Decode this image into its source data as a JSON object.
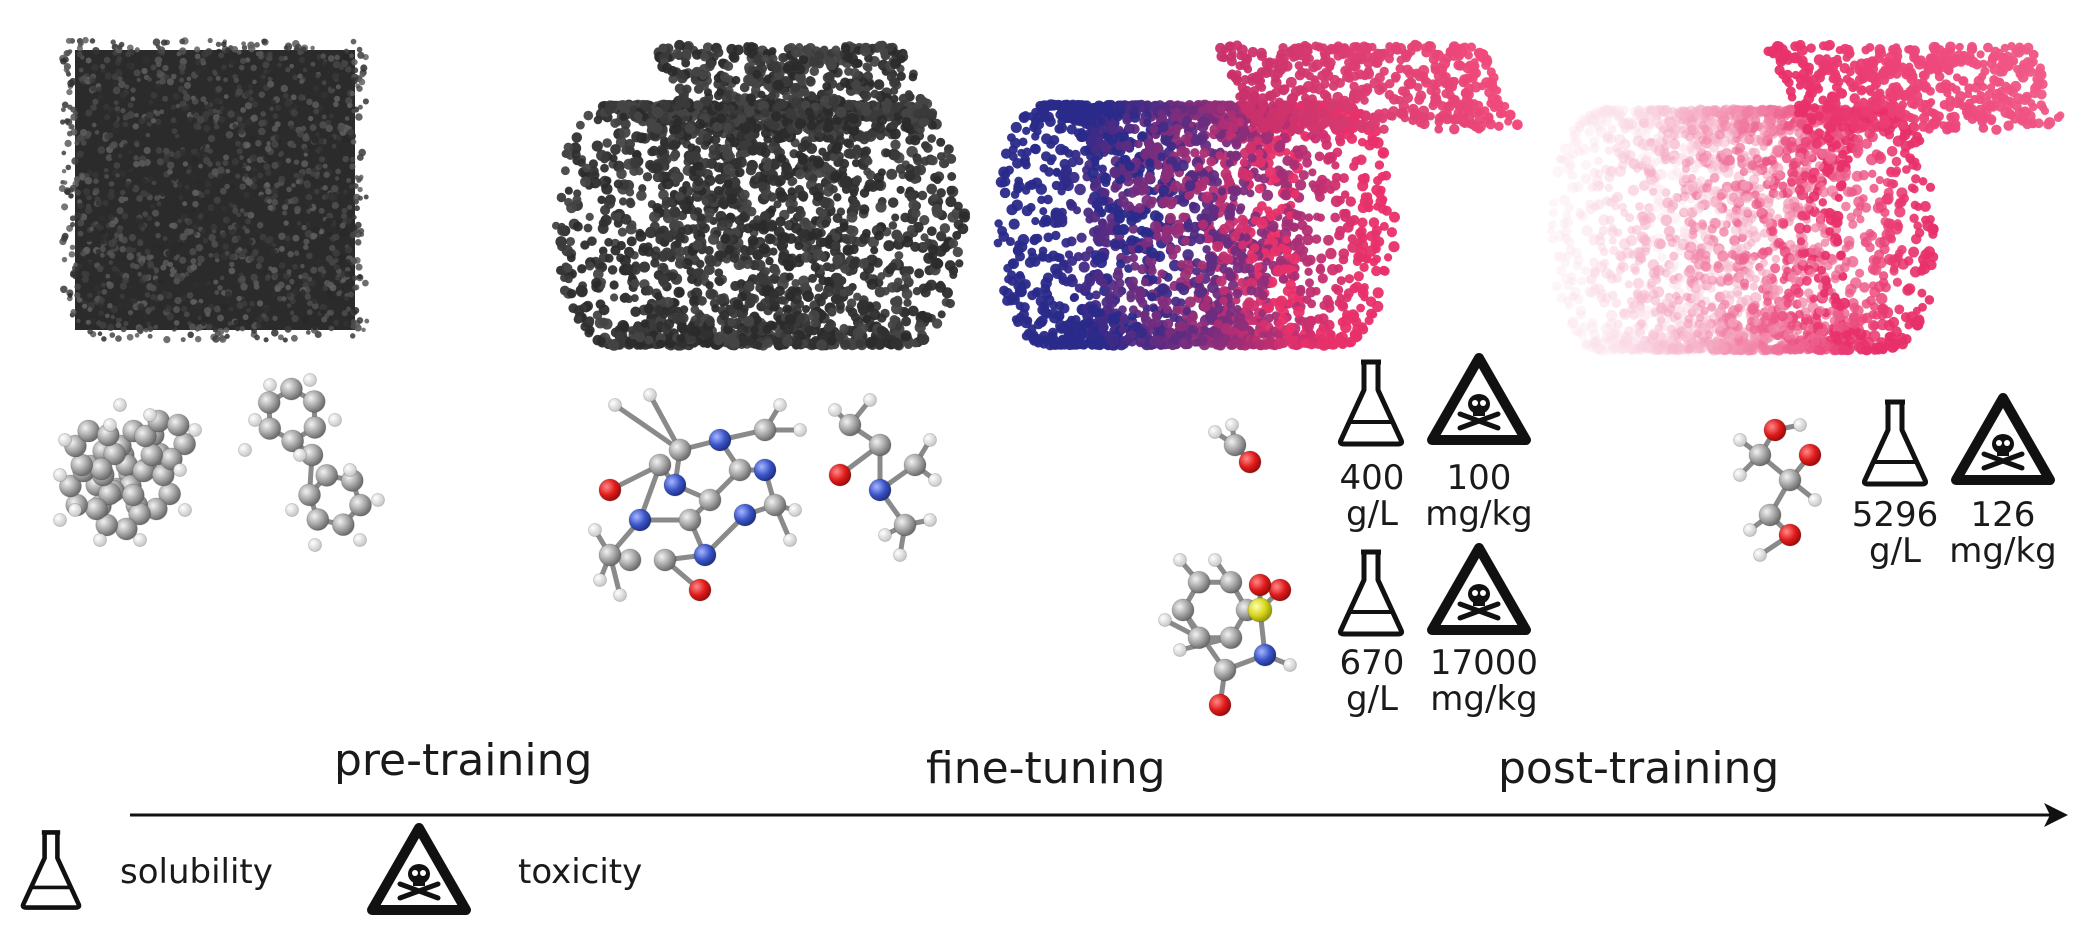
{
  "stages": [
    {
      "name": "pre-training"
    },
    {
      "name": "fine-tuning"
    },
    {
      "name": "post-training"
    }
  ],
  "legend": {
    "solubility_label": "solubility",
    "toxicity_label": "toxicity",
    "solubility_icon": "flask-icon",
    "toxicity_icon": "skull-crossbones-warning-icon"
  },
  "properties": {
    "methanal": {
      "solubility_value": "400",
      "solubility_unit": "g/L",
      "toxicity_value": "100",
      "toxicity_unit": "mg/kg"
    },
    "saccharin": {
      "solubility_value": "670",
      "solubility_unit": "g/L",
      "toxicity_value": "17000",
      "toxicity_unit": "mg/kg"
    },
    "propanediol": {
      "solubility_value": "5296",
      "solubility_unit": "g/L",
      "toxicity_value": "126",
      "toxicity_unit": "mg/kg"
    }
  },
  "colors": {
    "cloud_dark": "#2b2b2b",
    "cloud_pink": "#e8306a",
    "cloud_blue": "#2a2a8a",
    "atom_carbon": "#9a9a9a",
    "atom_oxygen": "#e01b1b",
    "atom_nitrogen": "#3a55c8",
    "atom_sulfur": "#d6d61a",
    "atom_hydrogen": "#e8e8e8",
    "arrow": "#111111"
  }
}
